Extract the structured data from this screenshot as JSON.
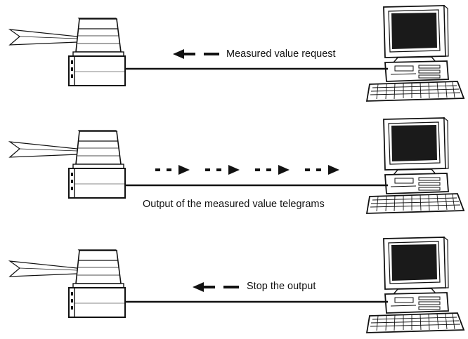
{
  "rows": [
    {
      "label": "Measured value request",
      "direction": "to-sensor",
      "arrow_style": "long-dash"
    },
    {
      "label": "Output of the measured value telegrams",
      "direction": "to-computer",
      "arrow_style": "dot-dash-sequence"
    },
    {
      "label": "Stop the output",
      "direction": "to-sensor",
      "arrow_style": "long-dash"
    }
  ],
  "colors": {
    "line": "#111111",
    "screen": "#1a1a1a",
    "background": "#ffffff"
  },
  "icons": {
    "sensor": "laser-scanner-icon",
    "computer": "desktop-computer-icon",
    "beam": "laser-beam-icon"
  }
}
